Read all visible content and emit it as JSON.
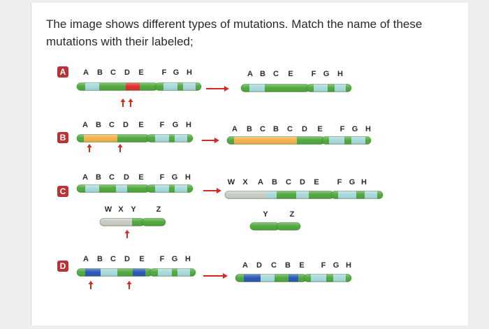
{
  "question": "The image shows different types of mutations. Match the name of these mutations with their labeled;",
  "colors": {
    "green": "#4fa83d",
    "light_blue": "#a8d8dc",
    "red_segment": "#e02b2b",
    "orange_segment": "#f2b14a",
    "blue_segment": "#2b54b8",
    "gray_chromosome": "#c9cbc6",
    "arrow_red": "#d42a1f",
    "label_box": "#b83236"
  },
  "rows": [
    {
      "label": "A",
      "left_genes": [
        "A",
        "B",
        "C",
        "D",
        "E",
        "F",
        "G",
        "H"
      ],
      "right_genes": [
        "A",
        "B",
        "C",
        "E",
        "F",
        "G",
        "H"
      ]
    },
    {
      "label": "B",
      "left_genes": [
        "A",
        "B",
        "C",
        "D",
        "E",
        "F",
        "G",
        "H"
      ],
      "right_genes": [
        "A",
        "B",
        "C",
        "B",
        "C",
        "D",
        "E",
        "F",
        "G",
        "H"
      ]
    },
    {
      "label": "C",
      "left_genes": [
        "A",
        "B",
        "C",
        "D",
        "E",
        "F",
        "G",
        "H"
      ],
      "left_second_genes": [
        "W",
        "X",
        "Y",
        "Z"
      ],
      "right_genes": [
        "W",
        "X",
        "A",
        "B",
        "C",
        "D",
        "E",
        "F",
        "G",
        "H"
      ],
      "right_second_genes": [
        "Y",
        "Z"
      ]
    },
    {
      "label": "D",
      "left_genes": [
        "A",
        "B",
        "C",
        "D",
        "E",
        "F",
        "G",
        "H"
      ],
      "right_genes": [
        "A",
        "D",
        "C",
        "B",
        "E",
        "F",
        "G",
        "H"
      ]
    }
  ]
}
